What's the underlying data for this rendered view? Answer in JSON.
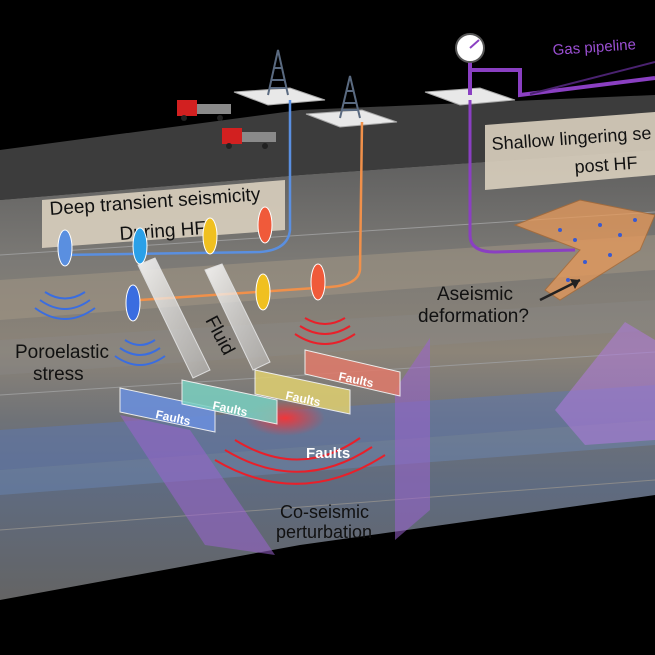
{
  "labels": {
    "gas_pipeline": "Gas pipeline",
    "shallow_line1": "Shallow lingering se",
    "shallow_line2": "post HF",
    "deep_line1": "Deep transient seismicity",
    "deep_line2": "During HF",
    "aseismic_line1": "Aseismic",
    "aseismic_line2": "deformation?",
    "poroelastic_line1": "Poroelastic",
    "poroelastic_line2": "stress",
    "fluid": "Fluid",
    "coseismic_line1": "Co-seismic",
    "coseismic_line2": "perturbation",
    "faults": "Faults"
  },
  "colors": {
    "background": "#000000",
    "block_face": "#6e6e6e",
    "block_top": "#3a3a3a",
    "label_box": "#d9cfbe",
    "well_blue": "#5a8fe0",
    "well_orange": "#f0904a",
    "pipeline_purple": "#8a3fc2",
    "fault_purple": "#9a62d0",
    "wave_red": "#e8202a",
    "wave_blue": "#3a6de0"
  },
  "icons": [
    "drilling-rig-icon",
    "fire-truck-icon",
    "pressure-gauge-icon",
    "seismic-event-icon",
    "fault-plane-icon"
  ]
}
